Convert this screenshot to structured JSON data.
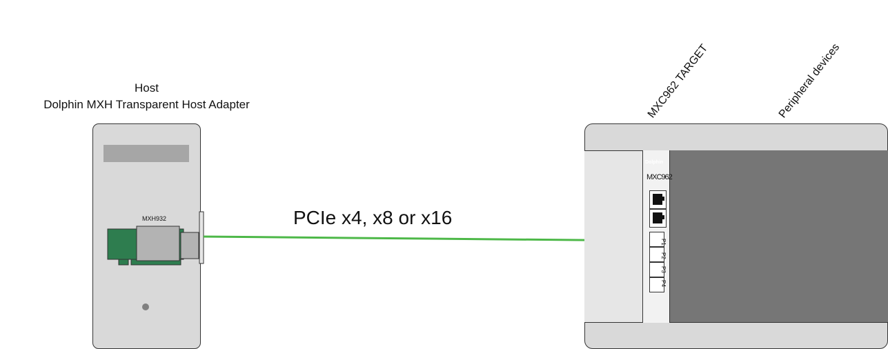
{
  "host": {
    "title": "Host",
    "adapter_name": "Dolphin MXH Transparent Host Adapter",
    "card_label": "MXH932"
  },
  "cable": {
    "label": "PCIe x4, x8 or x16",
    "color": "#4db848"
  },
  "target": {
    "card_name": "MXC962 TARGET",
    "brand": "Dolphin",
    "ports_label": "MXC962",
    "port_labels": [
      "P1",
      "P2",
      "P3",
      "P4"
    ]
  },
  "peripherals": {
    "label": "Peripheral devices",
    "slot_color": "#767676"
  },
  "colors": {
    "card_green": "#2e7d4f",
    "connector_gray": "#b3b3b3",
    "chassis_gray": "#d9d9d9"
  }
}
